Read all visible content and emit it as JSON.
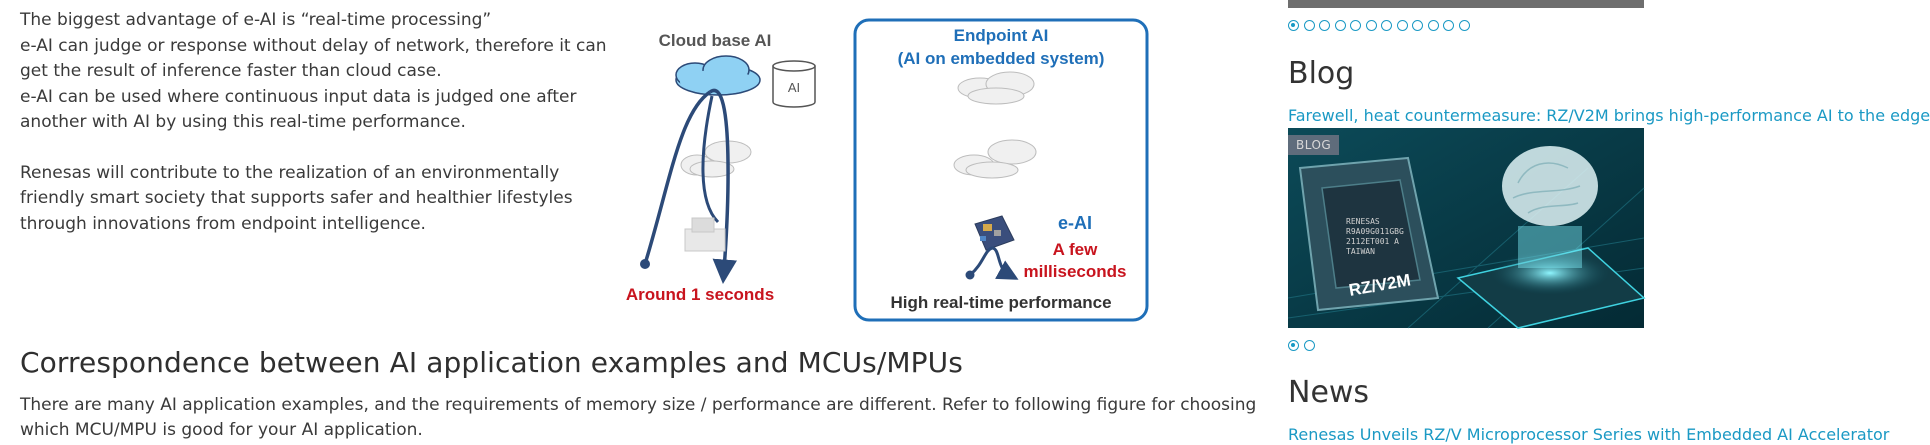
{
  "intro": {
    "line1": "The biggest advantage of e-AI is “real-time processing”",
    "line2": "e-AI can judge or response without delay of network, therefore it can get the result of inference faster than cloud case.",
    "line3": "e-AI can be used where continuous input data is judged one after another with AI by using this real-time performance.",
    "line4": "Renesas will contribute to the realization of an environmentally friendly smart society that supports safer and healthier lifestyles through innovations from endpoint intelligence."
  },
  "diagram": {
    "cloud_title": "Cloud base AI",
    "ai_label": "AI",
    "cloud_latency": "Around 1 seconds",
    "endpoint_title_1": "Endpoint AI",
    "endpoint_title_2": "(AI on embedded system)",
    "eai_label": "e-AI",
    "eai_latency_1": "A few",
    "eai_latency_2": "milliseconds",
    "endpoint_caption": "High real-time performance",
    "colors": {
      "blue": "#1f6fb8",
      "navy": "#2c4a78",
      "red": "#c8141e",
      "cloud": "#8fd1f3"
    }
  },
  "section": {
    "heading": "Correspondence between AI application examples and MCUs/MPUs",
    "body": "There are many AI application examples, and the requirements of memory size / performance are different. Refer to following figure for choosing which MCU/MPU is good for your AI application."
  },
  "sidebar": {
    "carousel_dots": 12,
    "blog_heading": "Blog",
    "blog_link": "Farewell, heat countermeasure: RZ/V2M brings high-performance AI to the edge",
    "blog_badge": "BLOG",
    "chip_line1": "RENESAS",
    "chip_line2": "R9A09G011GBG",
    "chip_line3": "2112ET001 A",
    "chip_line4": "TAIWAN",
    "chip_name": "RZ/V2M",
    "blog_dots": 2,
    "news_heading": "News",
    "news_link": "Renesas Unveils RZ/V Microprocessor Series with Embedded AI Accelerator",
    "link_color": "#1a99c4"
  }
}
